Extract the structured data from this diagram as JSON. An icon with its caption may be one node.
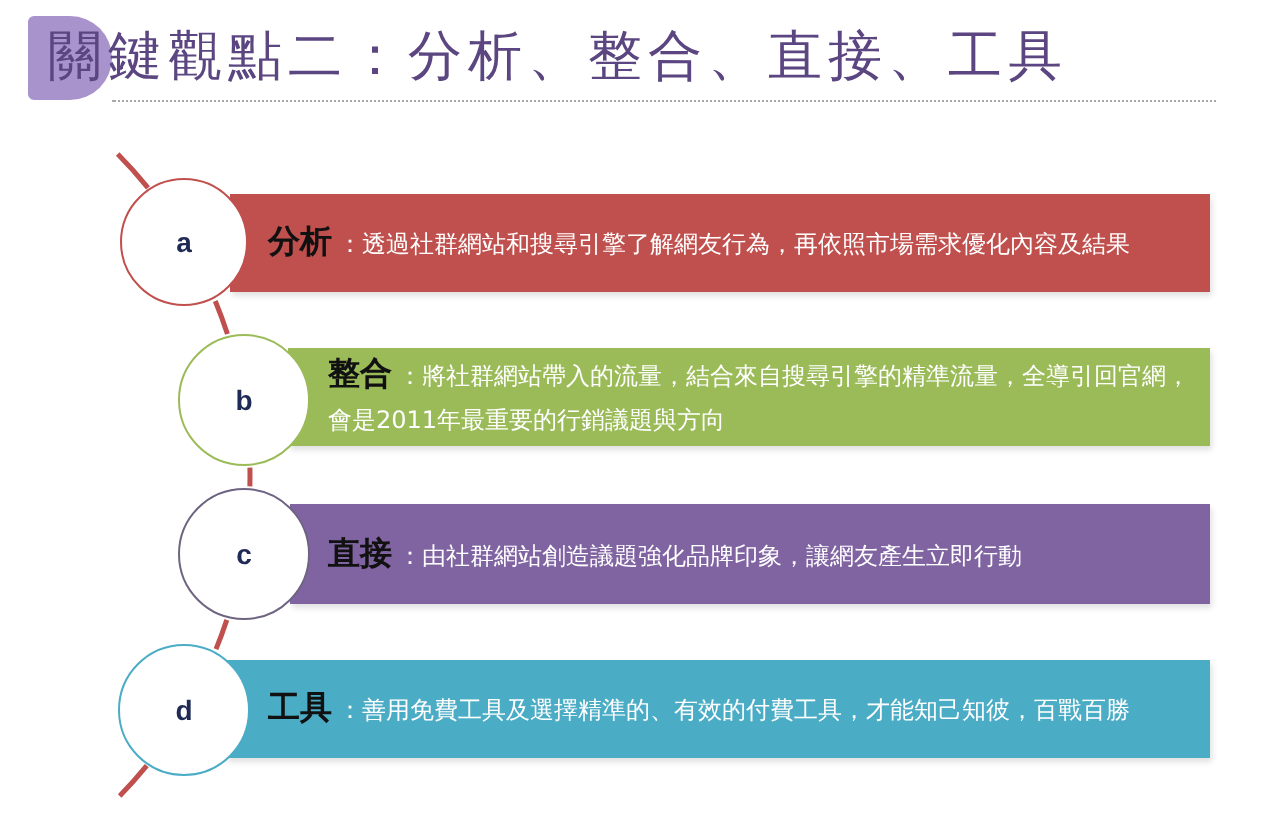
{
  "diagram": {
    "title": "關鍵觀點二：分析、整合、直接、工具",
    "nodes": [
      {
        "text": [
          "a"
        ]
      },
      {
        "text": [
          "**分析**：透過社群網站和搜尋引擎了解網友行為，再依照市場需求優化內容及結果"
        ]
      },
      {
        "text": [
          "b"
        ]
      },
      {
        "text": [
          "**整合**：將社群網站帶入的流量，結合來自搜尋引擎的精準流量，全導引回官網，會是2011年最重要的行銷議題與方向"
        ]
      },
      {
        "text": [
          "c"
        ]
      },
      {
        "text": [
          "**直接**：由社群網站創造議題強化品牌印象，讓網友產生立即行動"
        ]
      },
      {
        "text": [
          "d"
        ]
      },
      {
        "text": [
          "**工具**：善用免費工具及選擇精準的、有效的付費工具，才能知己知彼，百戰百勝"
        ]
      }
    ],
    "edges": [
      {
        "from": 0,
        "to": 2,
        "arrow": "none"
      },
      {
        "from": 2,
        "to": 4,
        "arrow": "none"
      },
      {
        "from": 4,
        "to": 6,
        "arrow": "none"
      }
    ]
  }
}
